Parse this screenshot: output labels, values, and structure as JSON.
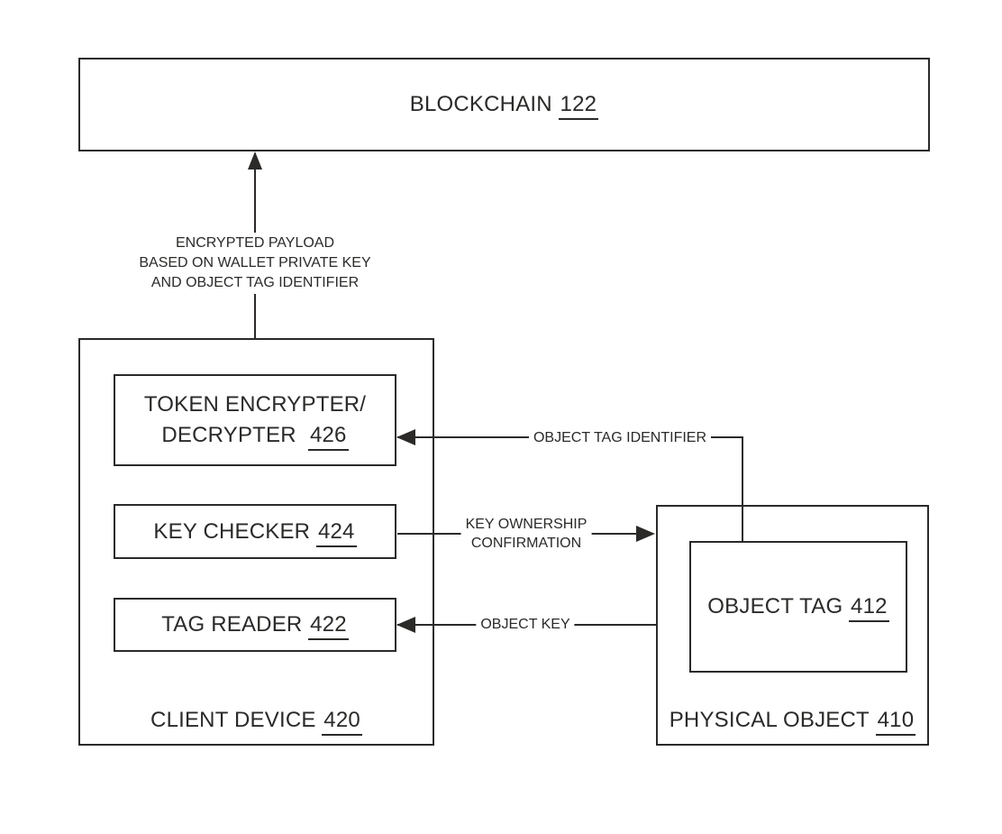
{
  "blockchain": {
    "label": "BLOCKCHAIN",
    "ref": "122"
  },
  "client_device": {
    "label": "CLIENT DEVICE",
    "ref": "420",
    "token_encrypter": {
      "line1": "TOKEN ENCRYPTER/",
      "line2": "DECRYPTER",
      "ref": "426"
    },
    "key_checker": {
      "label": "KEY CHECKER",
      "ref": "424"
    },
    "tag_reader": {
      "label": "TAG READER",
      "ref": "422"
    }
  },
  "physical_object": {
    "label": "PHYSICAL OBJECT",
    "ref": "410",
    "object_tag": {
      "label": "OBJECT TAG",
      "ref": "412"
    }
  },
  "connections": {
    "encrypted_payload": {
      "line1": "ENCRYPTED PAYLOAD",
      "line2": "BASED ON WALLET PRIVATE KEY",
      "line3": "AND OBJECT TAG IDENTIFIER"
    },
    "object_tag_identifier": {
      "label": "OBJECT TAG IDENTIFIER"
    },
    "key_ownership_confirmation": {
      "line1": "KEY OWNERSHIP",
      "line2": "CONFIRMATION"
    },
    "object_key": {
      "label": "OBJECT KEY"
    }
  },
  "colors": {
    "ink": "#2b2a29",
    "background": "#ffffff"
  }
}
